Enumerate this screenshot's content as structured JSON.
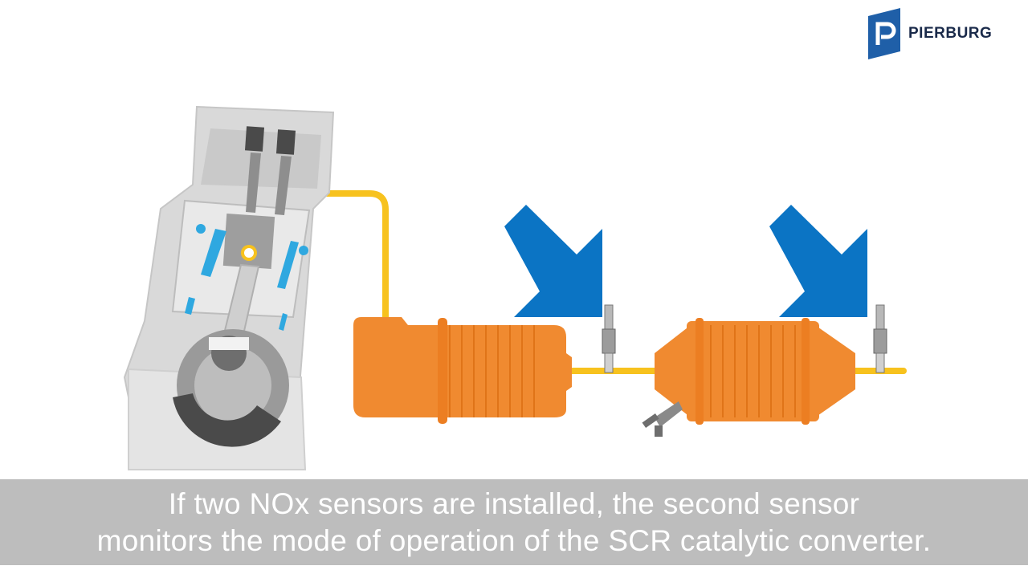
{
  "brand": {
    "name": "PIERBURG",
    "logo_color": "#1f5fa8"
  },
  "caption": {
    "line1": "If two NOx sensors are installed, the second sensor",
    "line2": "monitors the mode of operation of the SCR catalytic converter."
  },
  "colors": {
    "exhaust_pipe": "#f7c21e",
    "converter": "#f08a30",
    "arrow": "#0b74c4",
    "engine": "#d9d9d9",
    "coolant": "#2fa8e0",
    "caption_bar": "#bdbdbd"
  },
  "components": {
    "engine": "engine-cross-section",
    "first_converter": "catalytic-converter",
    "scr_converter": "scr-catalytic-converter",
    "sensors": [
      "nox-sensor-1",
      "nox-sensor-2"
    ],
    "arrows": [
      "arrow-icon",
      "arrow-icon"
    ]
  }
}
